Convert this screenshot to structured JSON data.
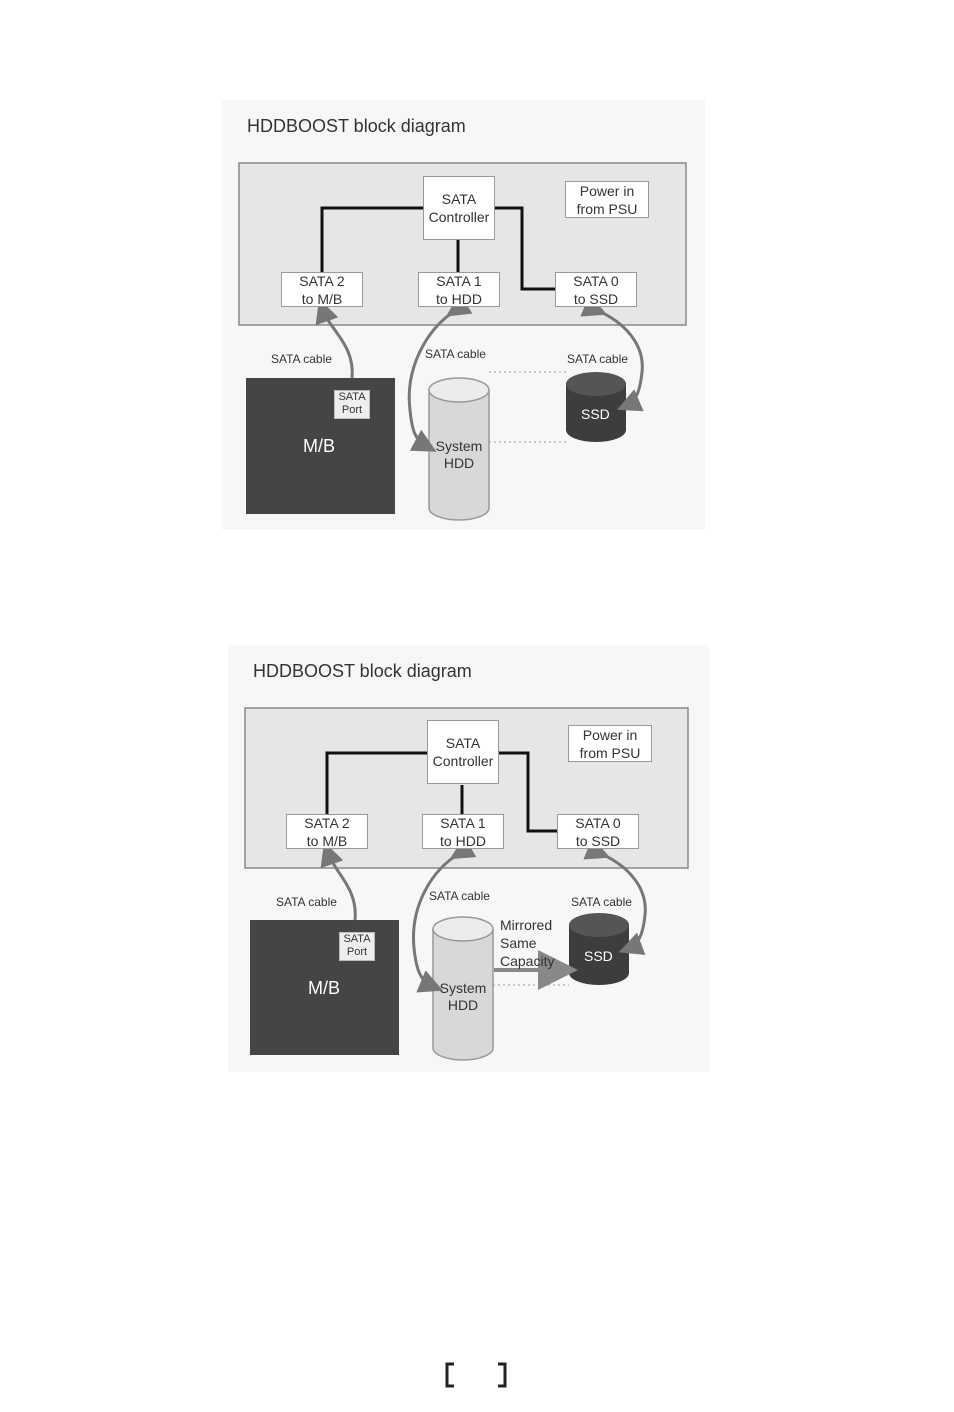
{
  "diagrams": [
    {
      "title": "HDDBOOST block diagram",
      "controller": "SATA\nController",
      "power": "Power in\nfrom PSU",
      "sata2": "SATA 2\nto M/B",
      "sata1": "SATA 1\nto HDD",
      "sata0": "SATA 0\nto SSD",
      "cable_mb": "SATA cable",
      "cable_hdd": "SATA cable",
      "cable_ssd": "SATA cable",
      "mb": "M/B",
      "port": "SATA\nPort",
      "hdd": "System\nHDD",
      "ssd": "SSD"
    },
    {
      "title": "HDDBOOST block diagram",
      "controller": "SATA\nController",
      "power": "Power in\nfrom PSU",
      "sata2": "SATA 2\nto M/B",
      "sata1": "SATA 1\nto HDD",
      "sata0": "SATA 0\nto SSD",
      "cable_mb": "SATA cable",
      "cable_hdd": "SATA cable",
      "cable_ssd": "SATA cable",
      "mb": "M/B",
      "port": "SATA\nPort",
      "hdd": "System\nHDD",
      "ssd": "SSD",
      "mirror": "Mirrored\nSame\nCapacity"
    }
  ],
  "colors": {
    "board": "#e6e6e6",
    "mb": "#454545",
    "hdd": "#d8d8d8",
    "ssd": "#3d3d3d",
    "wire": "#111111",
    "cable": "#777777"
  }
}
